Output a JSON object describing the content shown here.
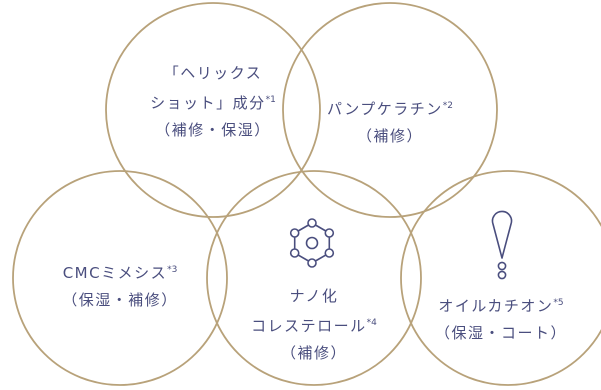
{
  "colors": {
    "ring": "#b8a27a",
    "text": "#4a4e7e",
    "icon": "#4a4e7e",
    "background": "#ffffff"
  },
  "ingredients": [
    {
      "id": "helix-shot",
      "lines": [
        "「ヘリックス",
        "ショット」成分",
        "（補修・保湿）"
      ],
      "note": "*1"
    },
    {
      "id": "pump-keratin",
      "lines": [
        "パンプケラチン",
        "（補修）"
      ],
      "note": "*2"
    },
    {
      "id": "cmc-mimesis",
      "lines": [
        "CMCミメシス",
        "（保湿・補修）"
      ],
      "note": "*3"
    },
    {
      "id": "nano-cholesterol",
      "lines": [
        "ナノ化",
        "コレステロール",
        "（補修）"
      ],
      "note": "*4",
      "icon": "hexagon-molecule-icon"
    },
    {
      "id": "oil-cation",
      "lines": [
        "オイルカチオン",
        "（保湿・コート）"
      ],
      "note": "*5",
      "icon": "droplet-pin-icon"
    }
  ]
}
